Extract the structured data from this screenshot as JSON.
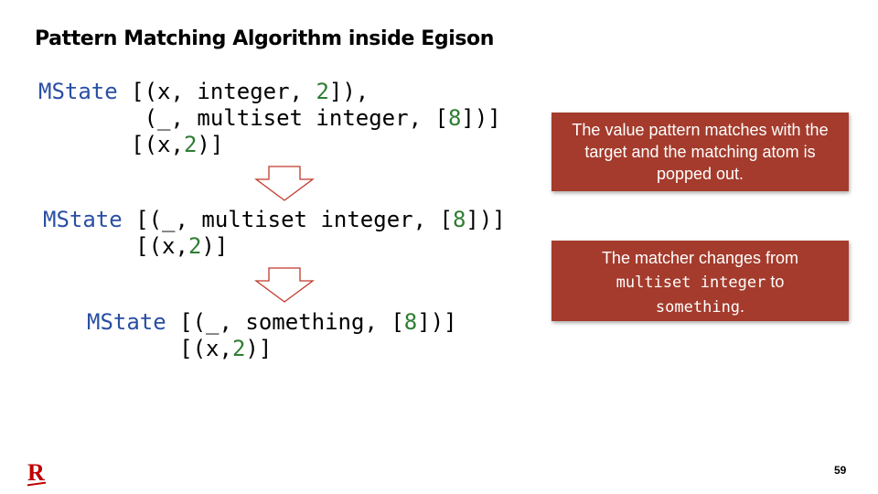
{
  "slide": {
    "title": "Pattern Matching Algorithm inside Egison",
    "page_number": "59",
    "logo_letter": "R"
  },
  "code": {
    "block1": {
      "l1_kw": "MState",
      "l1_a": " [(x, integer, ",
      "l1_num": "2",
      "l1_b": "]),",
      "l2_a": "        (_, multiset integer, [",
      "l2_num": "8",
      "l2_b": "])]",
      "l3_a": "       [(x,",
      "l3_num": "2",
      "l3_b": ")]"
    },
    "block2": {
      "l1_kw": "MState",
      "l1_a": " [(_, multiset integer, [",
      "l1_num": "8",
      "l1_b": "])]",
      "l2_a": "       [(x,",
      "l2_num": "2",
      "l2_b": ")]"
    },
    "block3": {
      "l1_kw": "MState",
      "l1_a": " [(_, something, [",
      "l1_num": "8",
      "l1_b": "])]",
      "l2_a": "       [(x,",
      "l2_num": "2",
      "l2_b": ")]"
    }
  },
  "notes": {
    "note1": "The value pattern matches with the target and the matching atom is popped out.",
    "note2_a": "The matcher changes from ",
    "note2_code1": "multiset integer",
    "note2_b": " to ",
    "note2_code2": "something",
    "note2_c": "."
  },
  "colors": {
    "keyword": "#2a4fa3",
    "number": "#2e7d32",
    "note_bg": "#a43b2c",
    "arrow": "#c0392b",
    "logo": "#bf0000"
  }
}
